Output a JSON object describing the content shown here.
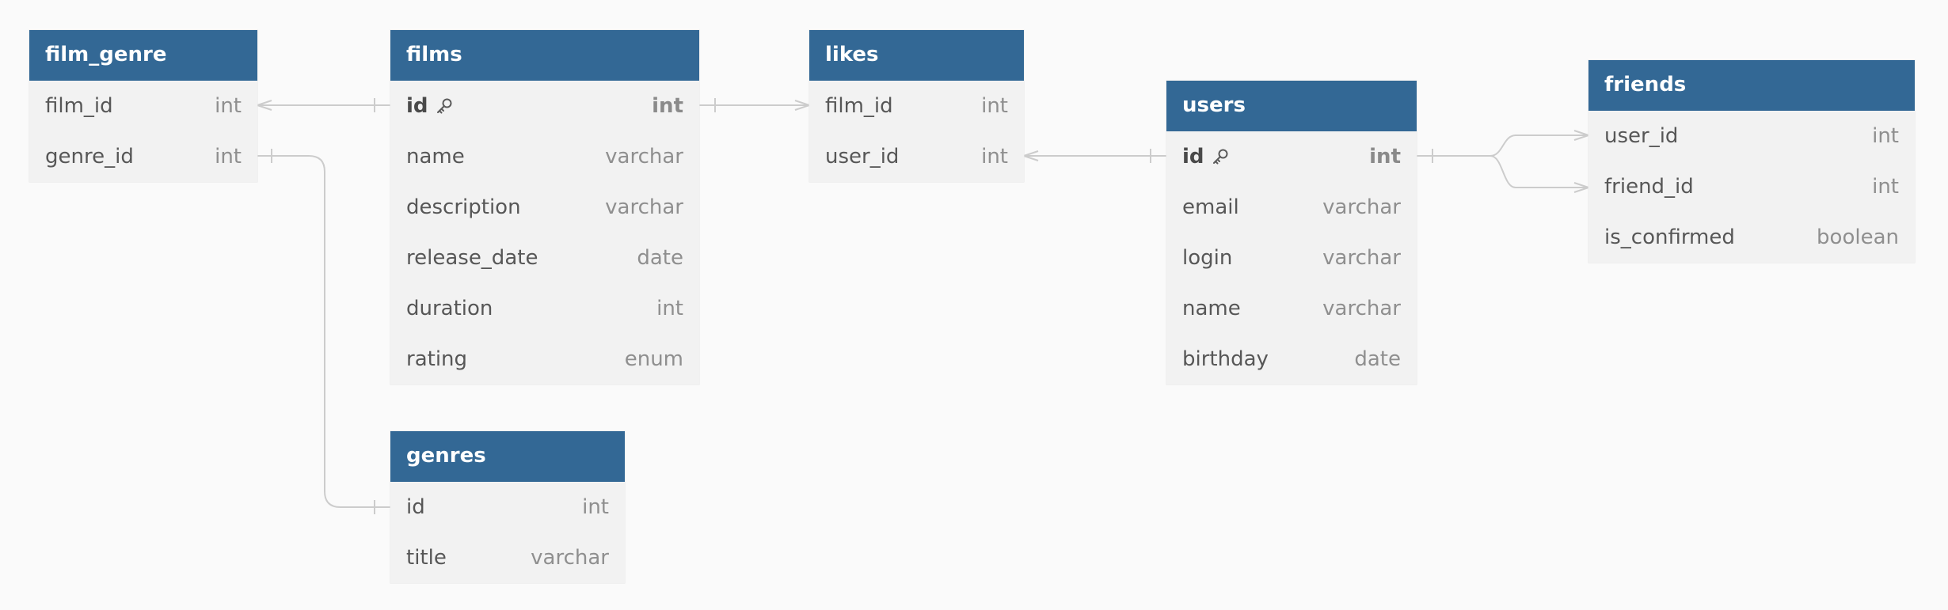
{
  "tables": {
    "film_genre": {
      "name": "film_genre",
      "fields": [
        {
          "name": "film_id",
          "type": "int"
        },
        {
          "name": "genre_id",
          "type": "int"
        }
      ]
    },
    "films": {
      "name": "films",
      "fields": [
        {
          "name": "id",
          "type": "int",
          "pk": true
        },
        {
          "name": "name",
          "type": "varchar"
        },
        {
          "name": "description",
          "type": "varchar"
        },
        {
          "name": "release_date",
          "type": "date"
        },
        {
          "name": "duration",
          "type": "int"
        },
        {
          "name": "rating",
          "type": "enum"
        }
      ]
    },
    "likes": {
      "name": "likes",
      "fields": [
        {
          "name": "film_id",
          "type": "int"
        },
        {
          "name": "user_id",
          "type": "int"
        }
      ]
    },
    "users": {
      "name": "users",
      "fields": [
        {
          "name": "id",
          "type": "int",
          "pk": true
        },
        {
          "name": "email",
          "type": "varchar"
        },
        {
          "name": "login",
          "type": "varchar"
        },
        {
          "name": "name",
          "type": "varchar"
        },
        {
          "name": "birthday",
          "type": "date"
        }
      ]
    },
    "friends": {
      "name": "friends",
      "fields": [
        {
          "name": "user_id",
          "type": "int"
        },
        {
          "name": "friend_id",
          "type": "int"
        },
        {
          "name": "is_confirmed",
          "type": "boolean"
        }
      ]
    },
    "genres": {
      "name": "genres",
      "fields": [
        {
          "name": "id",
          "type": "int"
        },
        {
          "name": "title",
          "type": "varchar"
        }
      ]
    }
  },
  "relationships": [
    {
      "from": "film_genre.film_id",
      "to": "films.id",
      "cardinality": "many-to-one"
    },
    {
      "from": "film_genre.genre_id",
      "to": "genres.id",
      "cardinality": "one-to-one"
    },
    {
      "from": "likes.film_id",
      "to": "films.id",
      "cardinality": "many-to-one"
    },
    {
      "from": "likes.user_id",
      "to": "users.id",
      "cardinality": "many-to-one"
    },
    {
      "from": "friends.user_id",
      "to": "users.id",
      "cardinality": "many-to-one"
    },
    {
      "from": "friends.friend_id",
      "to": "users.id",
      "cardinality": "many-to-one"
    }
  ],
  "colors": {
    "header": "#336895",
    "body": "#f2f2f2",
    "connector": "#cccccc",
    "background": "#fafafa"
  },
  "icons": {
    "primary_key": "key-icon"
  }
}
